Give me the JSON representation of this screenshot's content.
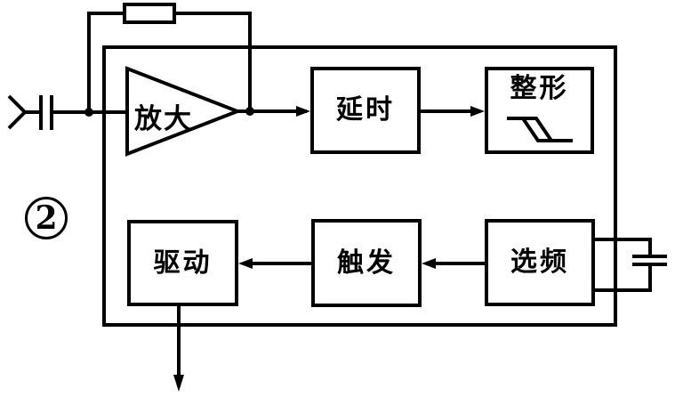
{
  "diagram": {
    "figure_number": "2",
    "blocks": {
      "amplifier_label": "放大",
      "delay_label": "延时",
      "shaping_label": "整形",
      "drive_label": "驱动",
      "trigger_label": "触发",
      "freq_select_label": "选频"
    },
    "icons": {
      "input_terminal": "input-terminal-icon",
      "coupling_capacitor": "coupling-capacitor-icon",
      "feedback_resistor": "resistor-icon",
      "amplifier_triangle": "opamp-triangle-icon",
      "shaping_waveform": "slope-step-waveform-icon",
      "tank_capacitor": "tank-capacitor-icon",
      "output_arrow": "down-arrow-icon"
    },
    "colors": {
      "ink": "#000000",
      "paper": "#ffffff"
    }
  }
}
